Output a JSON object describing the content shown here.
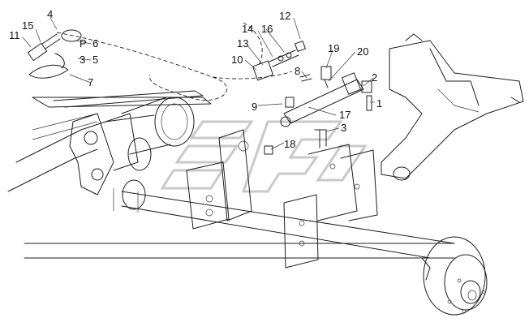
{
  "diagram": {
    "callouts": [
      "1",
      "2",
      "3",
      "3",
      "4",
      "5",
      "6",
      "7",
      "8",
      "9",
      "10",
      "11",
      "12",
      "13",
      "14",
      "15",
      "16",
      "17",
      "18",
      "19",
      "20",
      "P"
    ]
  },
  "labels": {
    "c1": "1",
    "c2": "2",
    "c3a": "3",
    "c3b": "3",
    "c4": "4",
    "c5": "5",
    "c6": "6",
    "c7": "7",
    "c8": "8",
    "c9": "9",
    "c10": "10",
    "c11": "11",
    "c12": "12",
    "c13": "13",
    "c14": "14",
    "c15": "15",
    "c16": "16",
    "c17": "17",
    "c18": "18",
    "c19": "19",
    "c20": "20",
    "cP": "P"
  }
}
